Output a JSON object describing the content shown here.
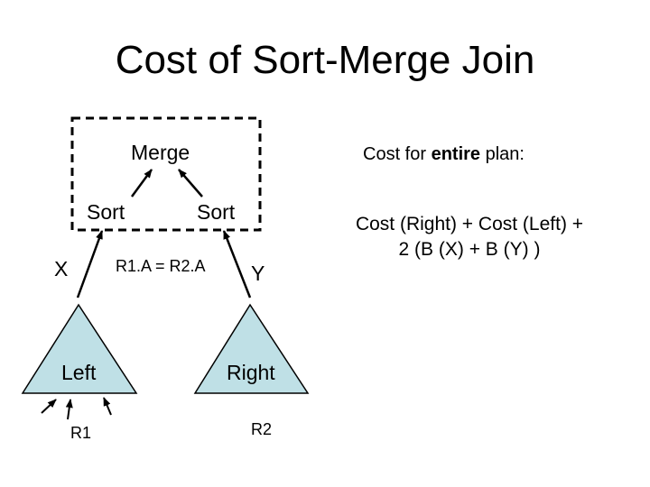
{
  "slide": {
    "title": "Cost of Sort-Merge Join"
  },
  "plan": {
    "merge_label": "Merge",
    "sort_left_label": "Sort",
    "sort_right_label": "Sort",
    "join_condition": "R1.A = R2.A",
    "left_intermediate": "X",
    "right_intermediate": "Y",
    "left_subtree": "Left",
    "right_subtree": "Right",
    "left_relation": "R1",
    "right_relation": "R2"
  },
  "cost": {
    "heading_prefix": "Cost for ",
    "heading_bold": "entire",
    "heading_suffix": " plan:",
    "formula_line1": "Cost (Right) + Cost (Left) +",
    "formula_line2": "2 (B (X) + B (Y) )"
  },
  "colors": {
    "subtree_fill": "#bfe0e6",
    "stroke": "#000000"
  }
}
